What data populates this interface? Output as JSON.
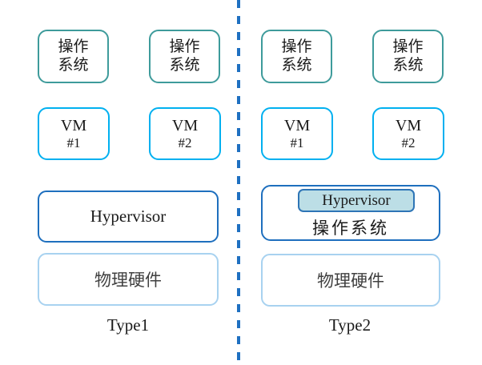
{
  "diagram": {
    "title_semantic": "Type1 vs Type2 hypervisor architecture diagram",
    "colors": {
      "divider": "#1F70C1",
      "os_box_border": "#3E9B9B",
      "vm_box_border": "#00B0F0",
      "hypervisor_border": "#1E6FBE",
      "hardware_border": "#A8D2F0",
      "hypervisor_fill": "#BCDEE6",
      "hardware_text": "#404040"
    },
    "columns": [
      {
        "type_label": "Type1",
        "os1": {
          "line1": "操作",
          "line2": "系统"
        },
        "os2": {
          "line1": "操作",
          "line2": "系统"
        },
        "vm1": {
          "line1": "VM",
          "line2": "#1"
        },
        "vm2": {
          "line1": "VM",
          "line2": "#2"
        },
        "hypervisor_label": "Hypervisor",
        "hardware_label": "物理硬件"
      },
      {
        "type_label": "Type2",
        "os1": {
          "line1": "操作",
          "line2": "系统"
        },
        "os2": {
          "line1": "操作",
          "line2": "系统"
        },
        "vm1": {
          "line1": "VM",
          "line2": "#1"
        },
        "vm2": {
          "line1": "VM",
          "line2": "#2"
        },
        "hypervisor_label": "Hypervisor",
        "host_os_label": "操作系统",
        "hardware_label": "物理硬件"
      }
    ]
  }
}
